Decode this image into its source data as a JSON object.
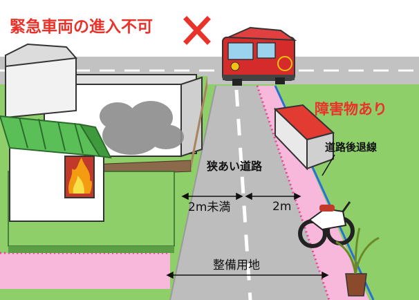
{
  "title": "緊急車両の進入不可",
  "labels": {
    "obstacle": "障害物あり",
    "road_setback_line": "道路後退線",
    "narrow_road": "狭あい道路",
    "width_under": "2m未満",
    "width_2m": "2m",
    "maintenance_land": "整備用地"
  },
  "icons": {
    "cross": "cross-mark-icon",
    "fire_engine": "fire-engine-icon",
    "fire": "fire-icon",
    "motorcycle": "motorcycle-icon",
    "plant": "potted-plant-icon"
  },
  "colors": {
    "accent_red": "#e8322a",
    "grass": "#8fcf6a",
    "road": "#b9b9b9",
    "setback_pink": "#f7b8dc",
    "setback_line": "#2a6fd6"
  }
}
